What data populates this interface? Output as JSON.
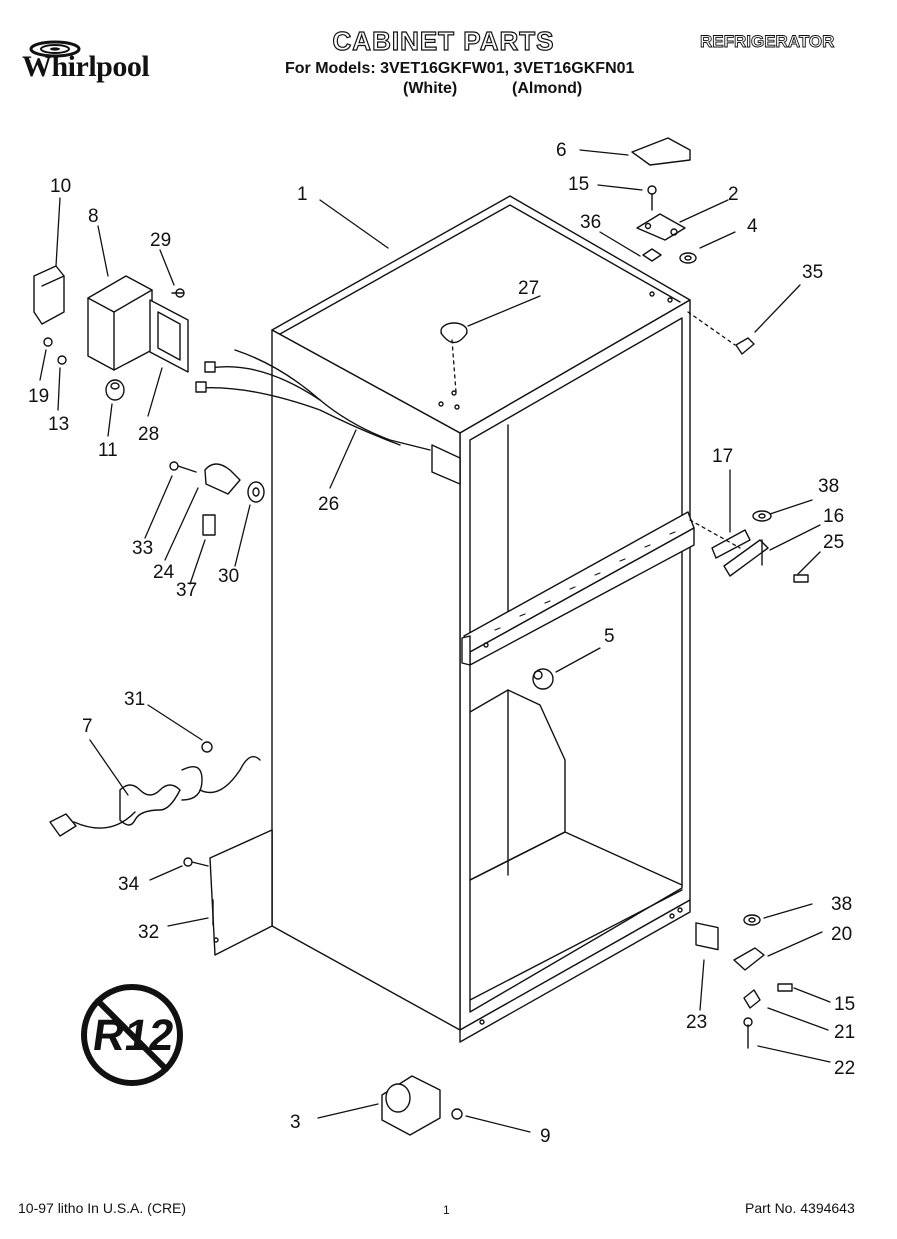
{
  "header": {
    "brand": "Whirlpool",
    "title": "CABINET PARTS",
    "subtitle": "For Models: 3VET16GKFW01, 3VET16GKFN01",
    "variant_white": "(White)",
    "variant_almond": "(Almond)",
    "appliance": "REFRIGERATOR"
  },
  "badge": {
    "label": "R12"
  },
  "callouts": {
    "c1": "1",
    "c2": "2",
    "c3": "3",
    "c4": "4",
    "c5": "5",
    "c6": "6",
    "c7": "7",
    "c8": "8",
    "c9": "9",
    "c10": "10",
    "c11": "11",
    "c13": "13",
    "c15a": "15",
    "c15b": "15",
    "c16": "16",
    "c17": "17",
    "c19": "19",
    "c20": "20",
    "c21": "21",
    "c22": "22",
    "c23": "23",
    "c24": "24",
    "c25": "25",
    "c26": "26",
    "c27": "27",
    "c28": "28",
    "c29": "29",
    "c30": "30",
    "c31": "31",
    "c32": "32",
    "c33": "33",
    "c34": "34",
    "c35": "35",
    "c36": "36",
    "c37": "37",
    "c38a": "38",
    "c38b": "38"
  },
  "footer": {
    "left": "10-97 litho In U.S.A. (CRE)",
    "page": "1",
    "part": "Part No. 4394643"
  }
}
